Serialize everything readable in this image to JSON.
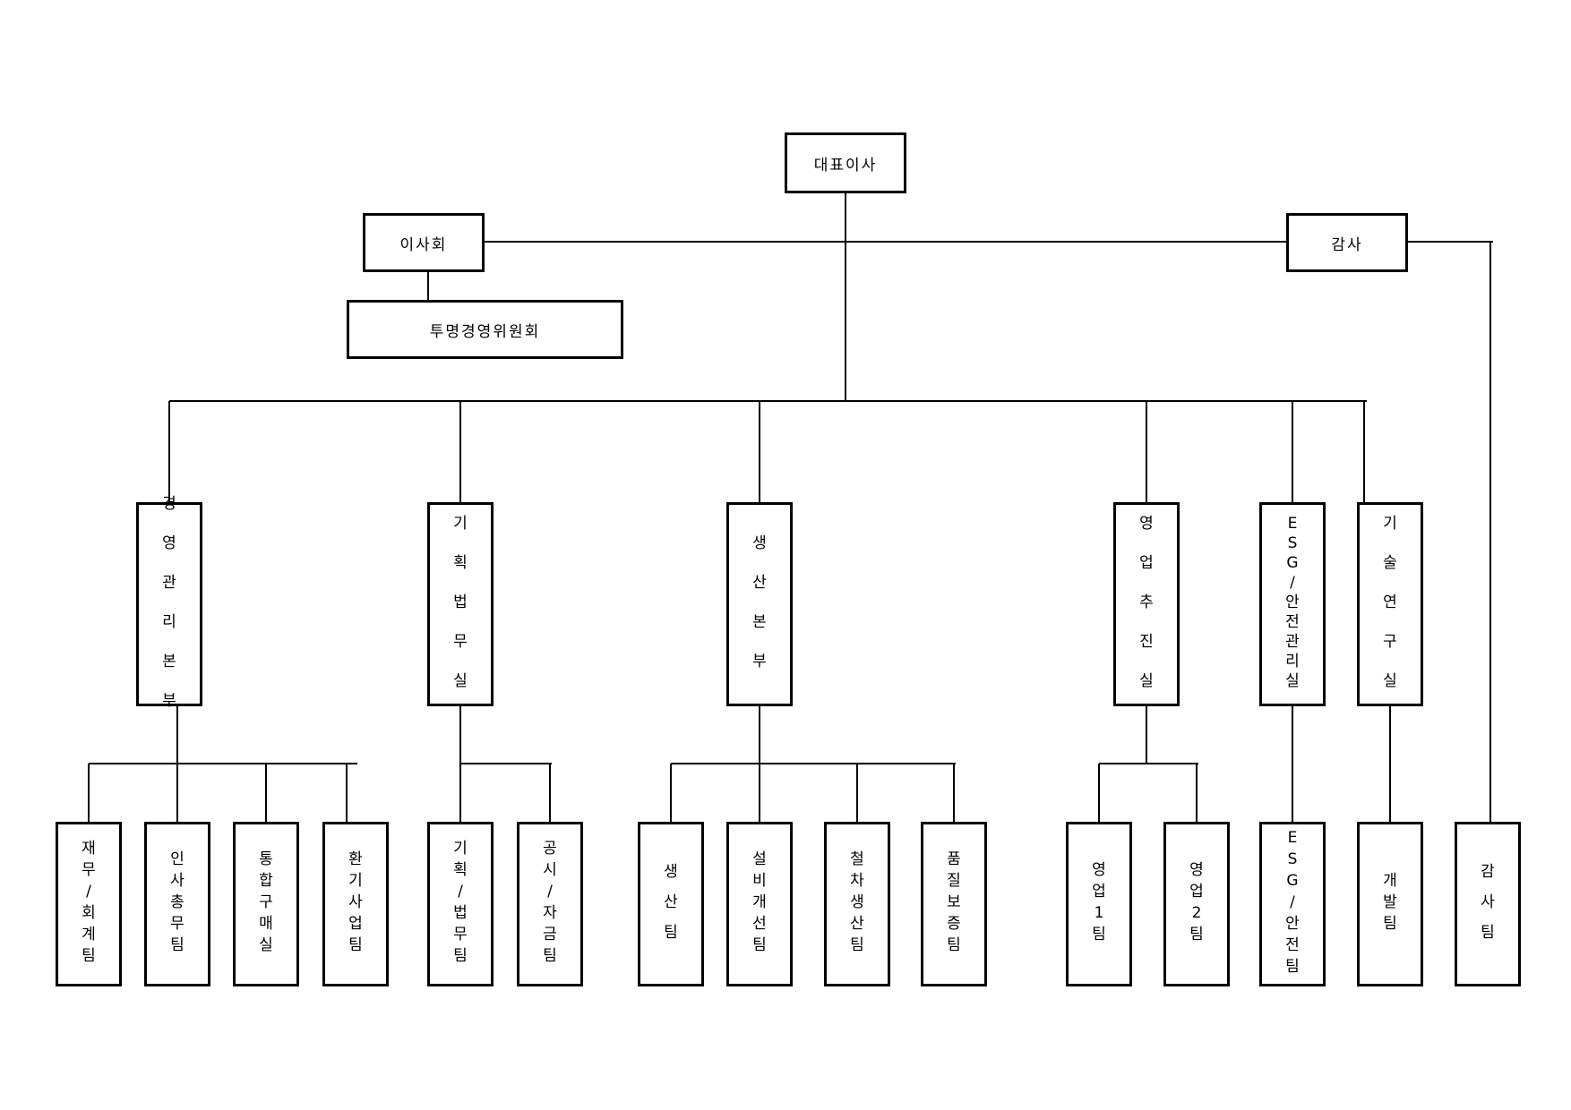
{
  "org_chart": {
    "top": [
      {
        "id": "ceo",
        "label": "대표이사"
      },
      {
        "id": "board",
        "label": "이사회"
      },
      {
        "id": "auditor",
        "label": "감사"
      },
      {
        "id": "committee",
        "label": "투명경영위원회"
      }
    ],
    "divisions": [
      {
        "id": "mgmt",
        "label": "경영관리본부"
      },
      {
        "id": "plan",
        "label": "기획법무실"
      },
      {
        "id": "prod",
        "label": "생산본부"
      },
      {
        "id": "sales",
        "label": "영업추진실"
      },
      {
        "id": "esg",
        "label": "ESG/안전관리실"
      },
      {
        "id": "tech",
        "label": "기술연구실"
      }
    ],
    "teams": [
      {
        "id": "finance",
        "label": "재무/회계팀"
      },
      {
        "id": "hr",
        "label": "인사총무팀"
      },
      {
        "id": "purchase",
        "label": "통합구매실"
      },
      {
        "id": "env",
        "label": "환기사업팀"
      },
      {
        "id": "planlaw",
        "label": "기획/법무팀"
      },
      {
        "id": "disclose",
        "label": "공시/자금팀"
      },
      {
        "id": "production",
        "label": "생 산 팀"
      },
      {
        "id": "facility",
        "label": "설비개선팀"
      },
      {
        "id": "steel",
        "label": "철차생산팀"
      },
      {
        "id": "quality",
        "label": "품질보증팀"
      },
      {
        "id": "sales1",
        "label": "영업1팀"
      },
      {
        "id": "sales2",
        "label": "영업2팀"
      },
      {
        "id": "esgteam",
        "label": "ESG/안전팀"
      },
      {
        "id": "dev",
        "label": "개발팀"
      },
      {
        "id": "audit",
        "label": "감 사 팀"
      }
    ]
  }
}
